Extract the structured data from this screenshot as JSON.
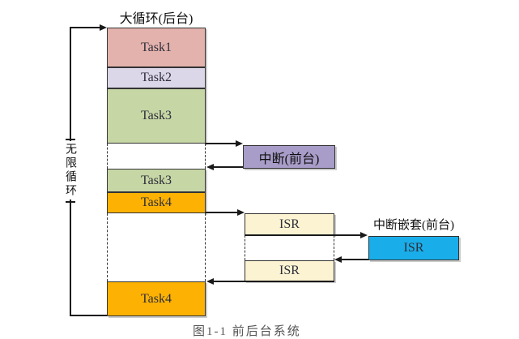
{
  "diagram": {
    "title": "大循环(后台)",
    "loop_label": "无限循环",
    "nested_label": "中断嵌套(前台)",
    "caption_fragment": "图1-1 前后台系统"
  },
  "boxes": {
    "task1": {
      "label": "Task1"
    },
    "task2": {
      "label": "Task2"
    },
    "task3a": {
      "label": "Task3"
    },
    "task3b": {
      "label": "Task3"
    },
    "task4a": {
      "label": "Task4"
    },
    "task4b": {
      "label": "Task4"
    },
    "interrupt": {
      "label": "中断(前台)"
    },
    "isr1": {
      "label": "ISR"
    },
    "isr2": {
      "label": "ISR"
    },
    "isr_nested": {
      "label": "ISR"
    }
  },
  "colors": {
    "task1": "#e3b2ac",
    "task2": "#dcd6e9",
    "task3": "#c6d6a5",
    "task4": "#fcb103",
    "interrupt": "#a89cc8",
    "isr": "#fcf3d2",
    "isr_nested": "#19aeea",
    "line": "#1a1a1a",
    "border": "#333333"
  }
}
